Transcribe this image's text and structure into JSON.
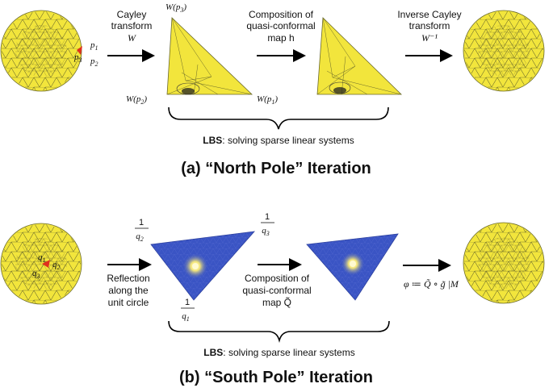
{
  "north": {
    "step1": {
      "line1": "Cayley",
      "line2": "transform",
      "symbol": "W"
    },
    "step2": {
      "line1": "Composition of",
      "line2": "quasi-conformal",
      "line3": "map h"
    },
    "step3": {
      "line1": "Inverse Cayley",
      "line2": "transform",
      "symbol": "W⁻¹"
    },
    "points": {
      "p1": "p1",
      "p2": "p2",
      "p3": "p3"
    },
    "vertices": {
      "wp3": "W(p3)",
      "wp2": "W(p2)",
      "wp1": "W(p1)"
    },
    "brace_bold": "LBS",
    "brace_rest": ": solving sparse linear systems",
    "caption": "(a) “North Pole” Iteration"
  },
  "south": {
    "step1": {
      "line1": "Reflection",
      "line2": "along the",
      "line3": "unit circle"
    },
    "step2": {
      "line1": "Composition of",
      "line2": "quasi-conformal",
      "line3": "map Q̃"
    },
    "result": "φ ≔ Q̃ ∘ g̃ |M",
    "points": {
      "q1": "q1",
      "q2": "q2",
      "q3": "q3"
    },
    "vertices": {
      "q2": "1/q2",
      "q3": "1/q3",
      "q1": "1/q1"
    },
    "brace_bold": "LBS",
    "brace_rest": ": solving sparse linear systems",
    "caption": "(b) “South Pole” Iteration"
  },
  "colors": {
    "mesh_yellow": "#f2e53c",
    "mesh_line": "#6b6a2a",
    "blue": "#3a54c4",
    "marker": "#e0301e"
  }
}
